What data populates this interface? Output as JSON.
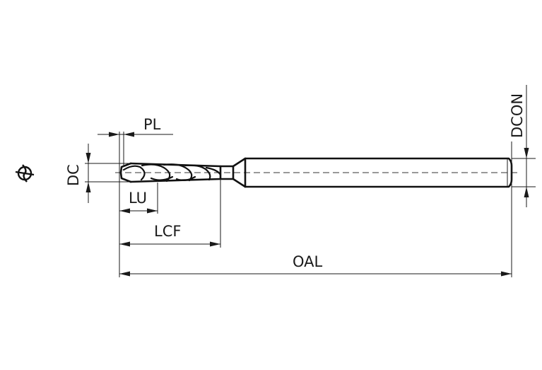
{
  "labels": {
    "pl": "PL",
    "dc": "DC",
    "lu": "LU",
    "lcf": "LCF",
    "oal": "OAL",
    "dcon": "DCON"
  },
  "icons": {
    "view_symbol": "drill-tip-end-view-icon"
  },
  "colors": {
    "ink": "#1a1a1a",
    "background": "#ffffff"
  }
}
